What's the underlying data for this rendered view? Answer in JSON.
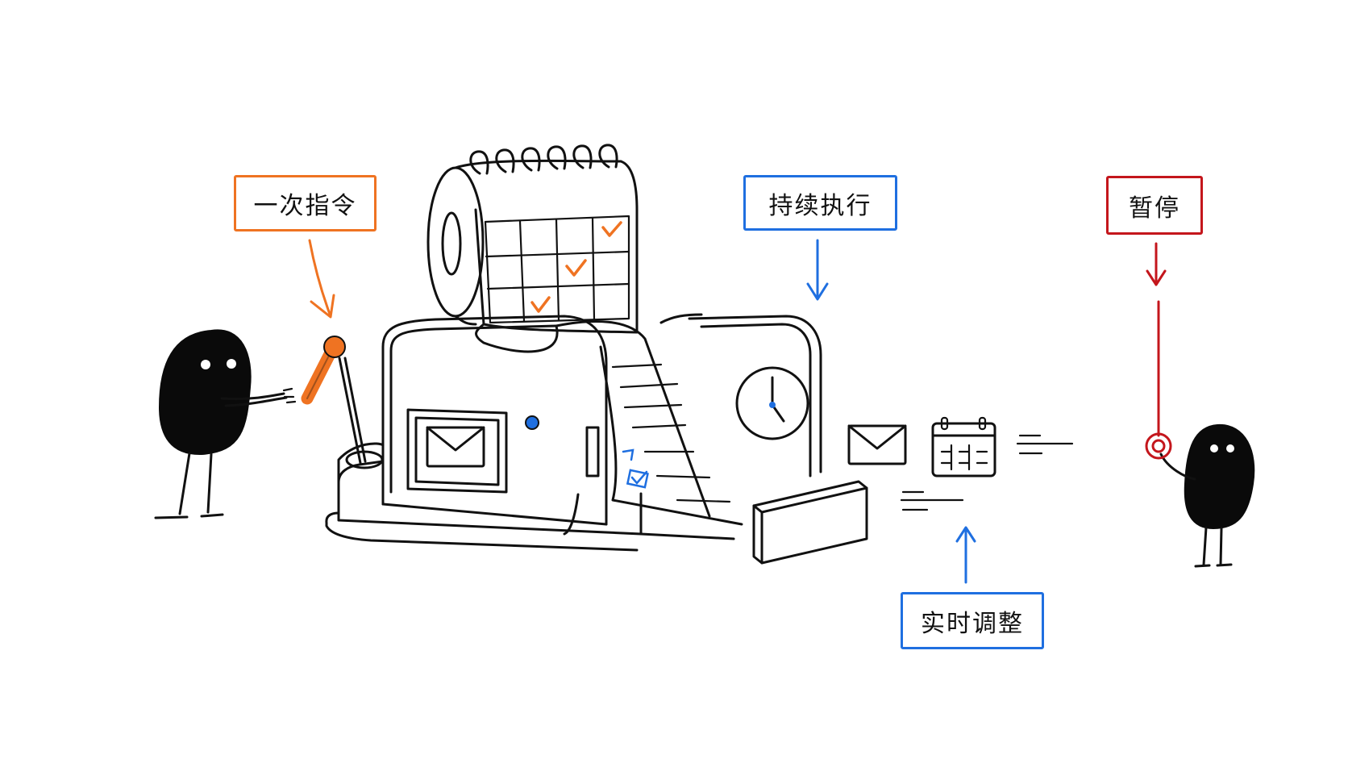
{
  "labels": {
    "once": "一次指令",
    "continuous": "持续执行",
    "pause": "暂停",
    "adjust": "实时调整"
  },
  "colors": {
    "ink": "#111111",
    "orange": "#ef7322",
    "blue": "#1f6fe0",
    "red": "#c4161c",
    "background": "#ffffff"
  },
  "icons": [
    "lever-icon",
    "calendar-icon",
    "clock-icon",
    "envelope-icon",
    "checkbox-icon",
    "pause-switch-icon"
  ]
}
